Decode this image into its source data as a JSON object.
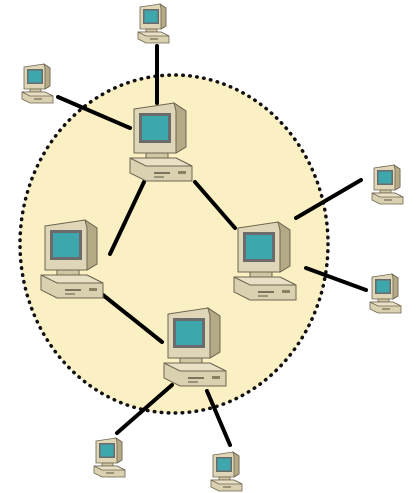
{
  "diagram": {
    "colors": {
      "cloud_fill": "#fbefc4",
      "cloud_border": "#111111",
      "link": "#000000",
      "monitor_case": "#ded6b7",
      "monitor_shadow": "#b5aa86",
      "screen": "#3ea6ad",
      "screen_frame": "#6b6b6b",
      "base": "#d9d1b0"
    },
    "backbone_nodes": [
      "top",
      "left",
      "right",
      "bottom"
    ],
    "backbone_links": [
      [
        "top",
        "left"
      ],
      [
        "top",
        "right"
      ],
      [
        "left",
        "bottom"
      ]
    ],
    "peripheral_nodes": [
      "p-top",
      "p-upper-left",
      "p-upper-right",
      "p-lower-right",
      "p-bottom-left",
      "p-bottom-right"
    ],
    "peripheral_links": [
      [
        "top",
        "p-top"
      ],
      [
        "top",
        "p-upper-left"
      ],
      [
        "right",
        "p-upper-right"
      ],
      [
        "right",
        "p-lower-right"
      ],
      [
        "bottom",
        "p-bottom-left"
      ],
      [
        "bottom",
        "p-bottom-right"
      ]
    ]
  }
}
